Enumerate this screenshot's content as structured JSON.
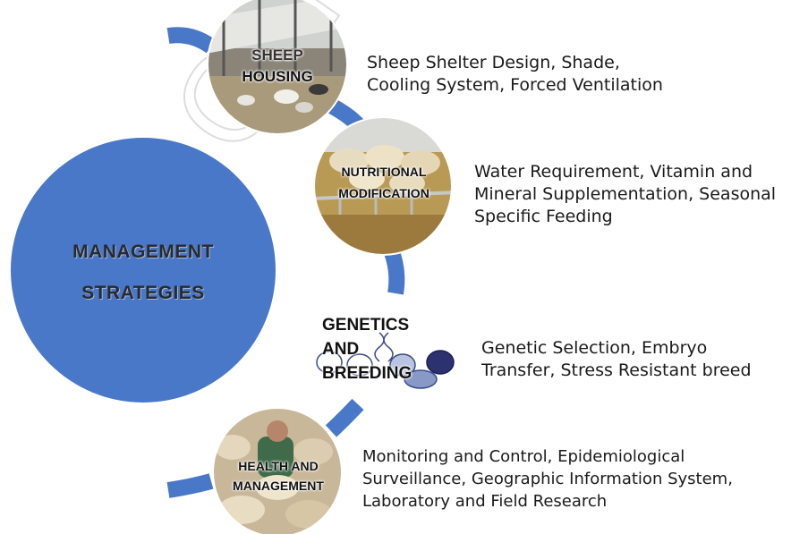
{
  "center": {
    "line1": "MANAGEMENT",
    "line2": "STRATEGIES"
  },
  "colors": {
    "accent": "#4a78c8",
    "arc": "#4a78c8",
    "watermark": "#cfcfcf"
  },
  "nodes": [
    {
      "line1": "SHEEP",
      "line2": "HOUSING",
      "icon": "sheep-barn-photo",
      "desc1": "Sheep Shelter Design, Shade,",
      "desc2": "Cooling System, Forced Ventilation"
    },
    {
      "line1": "NUTRITIONAL",
      "line2": "MODIFICATION",
      "icon": "feeding-sheep-photo",
      "desc1": "Water Requirement, Vitamin and",
      "desc2": "Mineral Supplementation, Seasonal",
      "desc3": "Specific Feeding"
    },
    {
      "line1": "GENETICS",
      "line2": "AND",
      "line3": "BREEDING",
      "icon": "dna-sheep-icon",
      "desc1": "Genetic Selection, Embryo",
      "desc2": "Transfer, Stress Resistant breed"
    },
    {
      "line1": "HEALTH AND",
      "line2": "MANAGEMENT",
      "icon": "flock-inspection-photo",
      "desc1": "Monitoring and Control, Epidemiological",
      "desc2": "Surveillance, Geographic Information System,",
      "desc3": "Laboratory and Field Research"
    }
  ]
}
